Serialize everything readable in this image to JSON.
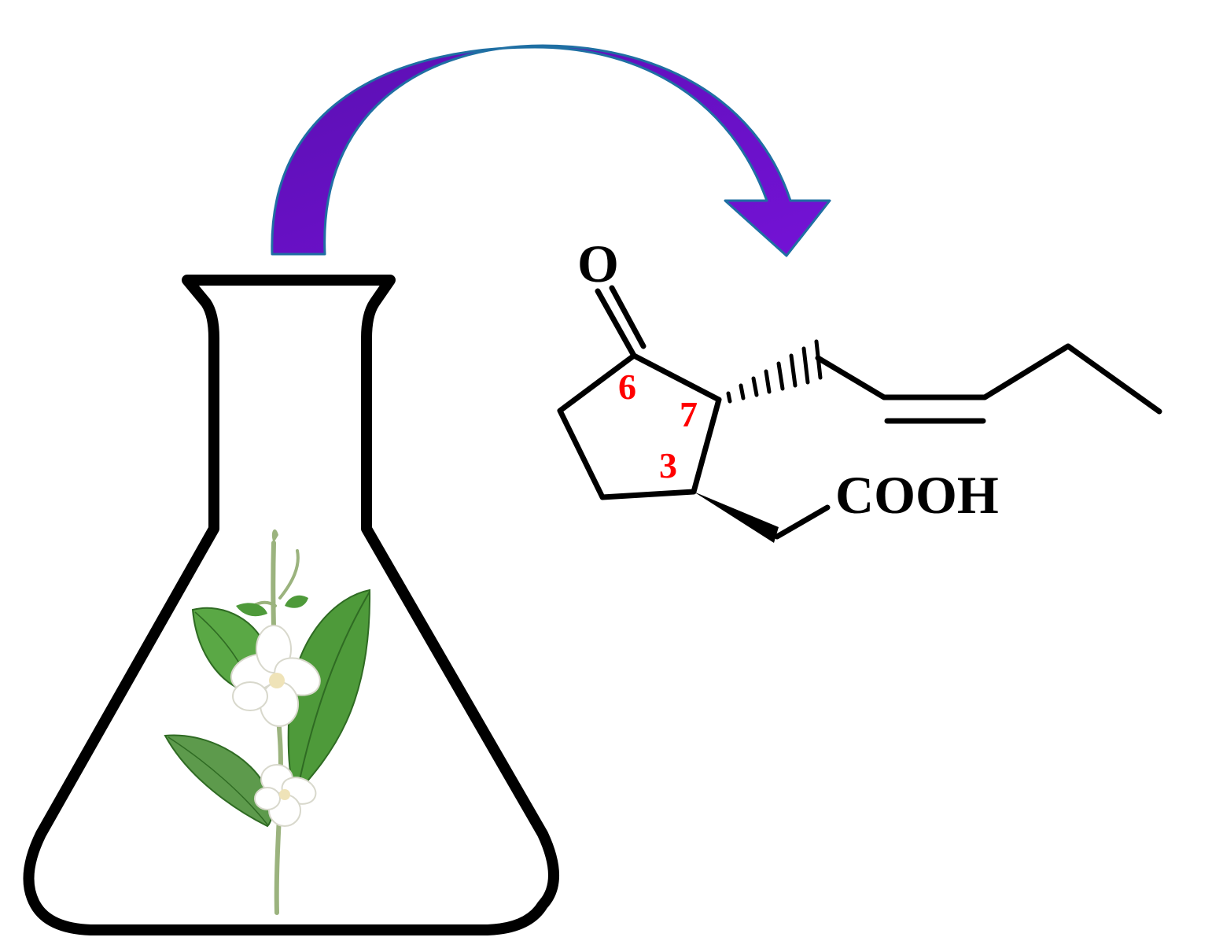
{
  "colors": {
    "arrow_fill": "#6b10c4",
    "arrow_fill_dark": "#5a0fb0",
    "arrow_outline": "#1f6fa3",
    "bond": "#000000",
    "flask_outline": "#000000",
    "locant": "#ff0000",
    "leaf": "#4e9a3a",
    "leaf_dark": "#2f6b23",
    "petal": "#ffffff",
    "stem": "#9bb37e"
  },
  "icons": {
    "flask": "erlenmeyer-flask-icon",
    "plant": "jasmine-flower-icon",
    "arrow": "curved-arrow-icon"
  },
  "molecule": {
    "oxygen_label": "O",
    "acid_label": "COOH",
    "locants": {
      "c6": "6",
      "c7": "7",
      "c3": "3"
    }
  }
}
